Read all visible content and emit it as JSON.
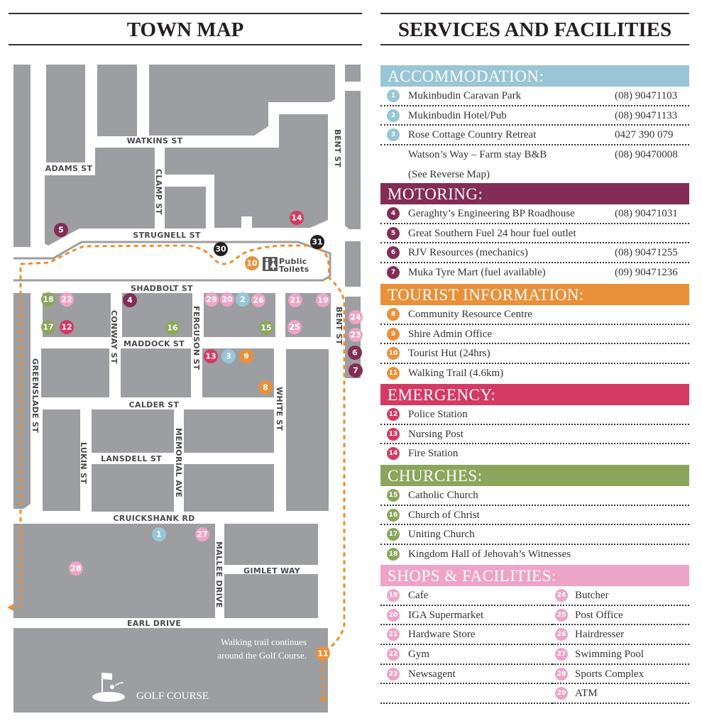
{
  "title_left": "TOWN MAP",
  "title_right": "SERVICES AND FACILITIES",
  "colors": {
    "accommodation": "#98c6d6",
    "motoring": "#832c56",
    "tourist": "#e8913a",
    "emergency": "#d33a64",
    "churches": "#8ba65c",
    "shops": "#eea4c6",
    "other": "#231f20",
    "blocks": "#9d9ea1",
    "trail": "#ec8f2f"
  },
  "map": {
    "streets": {
      "watkins": "WATKINS ST",
      "adams": "ADAMS ST",
      "clamp": "CLAMP ST",
      "bent": "BENT ST",
      "strugnell": "STRUGNELL ST",
      "shadbolt": "SHADBOLT ST",
      "conway": "CONWAY ST",
      "maddock": "MADDOCK ST",
      "ferguson": "FERGUSON ST",
      "greenslade": "GREENSLADE ST",
      "calder": "CALDER ST",
      "white": "WHITE ST",
      "memorial": "MEMORIAL AVE",
      "lukin": "LUKIN ST",
      "lansdell": "LANSDELL ST",
      "cruickshank": "CRUICKSHANK RD",
      "mallee": "MALLEE DRIVE",
      "gimlet": "GIMLET WAY",
      "earl": "EARL DRIVE"
    },
    "toilets_line1": "Public",
    "toilets_line2": "Toilets",
    "extra_markers": [
      "30",
      "31"
    ],
    "trail_note_line1": "Walking trail continues",
    "trail_note_line2": "around the Golf Course.",
    "golf_label": "GOLF COURSE",
    "icons": [
      "toilets-icon",
      "golf-flag-icon",
      "arrow-icon"
    ]
  },
  "sections": [
    {
      "title": "ACCOMMODATION:",
      "items": [
        {
          "num": "1",
          "name": "Mukinbudin Caravan Park",
          "phone": "(08) 90471103"
        },
        {
          "num": "2",
          "name": "Mukinbudin Hotel/Pub",
          "phone": "(08) 90471133"
        },
        {
          "num": "3",
          "name": "Rose Cottage Country Retreat",
          "phone": "0427 390 079"
        },
        {
          "name": "Watson’s Way – Farm stay B&B",
          "phone": "(08) 90470008",
          "note": "(See Reverse Map)"
        }
      ]
    },
    {
      "title": "MOTORING:",
      "items": [
        {
          "num": "4",
          "name": "Geraghty’s Engineering BP Roadhouse",
          "phone": "(08) 90471031"
        },
        {
          "num": "5",
          "name": "Great Southern Fuel 24 hour fuel outlet"
        },
        {
          "num": "6",
          "name": "RJV Resources (mechanics)",
          "phone": "(08) 90471255"
        },
        {
          "num": "7",
          "name": "Muka Tyre Mart (fuel available)",
          "phone": "(09) 90471236"
        }
      ]
    },
    {
      "title": "TOURIST INFORMATION:",
      "items": [
        {
          "num": "8",
          "name": "Community Resource Centre"
        },
        {
          "num": "9",
          "name": "Shire Admin Office"
        },
        {
          "num": "10",
          "name": "Tourist Hut (24hrs)"
        },
        {
          "num": "11",
          "name": "Walking Trail (4.6km)"
        }
      ]
    },
    {
      "title": "EMERGENCY:",
      "items": [
        {
          "num": "12",
          "name": "Police Station"
        },
        {
          "num": "13",
          "name": "Nursing Post"
        },
        {
          "num": "14",
          "name": "Fire Station"
        }
      ]
    },
    {
      "title": "CHURCHES:",
      "items": [
        {
          "num": "15",
          "name": "Catholic Church"
        },
        {
          "num": "16",
          "name": "Church of Christ"
        },
        {
          "num": "17",
          "name": "Uniting Church"
        },
        {
          "num": "18",
          "name": "Kingdom Hall of Jehovah’s Witnesses"
        }
      ]
    },
    {
      "title": "SHOPS & FACILITIES:",
      "items": [
        {
          "num": "19",
          "name": "Cafe"
        },
        {
          "num": "20",
          "name": "IGA Supermarket"
        },
        {
          "num": "21",
          "name": "Hardware Store"
        },
        {
          "num": "22",
          "name": "Gym"
        },
        {
          "num": "23",
          "name": "Newsagent"
        },
        {
          "num": "24",
          "name": "Butcher"
        },
        {
          "num": "25",
          "name": "Post Office"
        },
        {
          "num": "26",
          "name": "Hairdresser"
        },
        {
          "num": "27",
          "name": "Swimming Pool"
        },
        {
          "num": "28",
          "name": "Sports Complex"
        },
        {
          "num": "29",
          "name": "ATM"
        }
      ]
    }
  ]
}
